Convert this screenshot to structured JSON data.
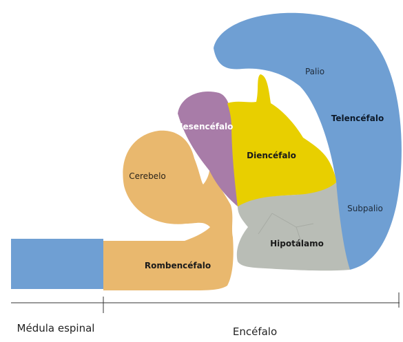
{
  "colors": {
    "telencefalo": "#6f9fd3",
    "mesencefalo": "#a87ca8",
    "diencefalo": "#e8cf00",
    "hipotalamo": "#b9bdb6",
    "rombencefalo": "#e9b86e",
    "medula": "#6f9fd3",
    "axis": "#333333"
  },
  "regions": {
    "palio": "Palio",
    "telencefalo": "Telencéfalo",
    "subpalio": "Subpalio",
    "mesencefalo": "Mesencéfalo",
    "diencefalo": "Diencéfalo",
    "cerebelo": "Cerebelo",
    "hipotalamo": "Hipotálamo",
    "rombencefalo": "Rombencéfalo"
  },
  "axis": {
    "medula_label": "Médula espinal",
    "encefalo_label": "Encéfalo"
  }
}
